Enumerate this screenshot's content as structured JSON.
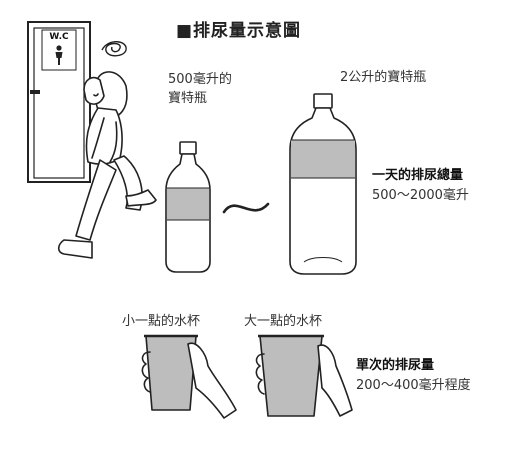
{
  "title": "■排尿量示意圖",
  "door_sign": "W.C",
  "bottle_small": {
    "line1": "500毫升的",
    "line2": "寶特瓶"
  },
  "bottle_large": {
    "label": "2公升的寶特瓶"
  },
  "daily": {
    "heading": "一天的排尿總量",
    "amount": "500～2000毫升"
  },
  "cup_small": {
    "label": "小一點的水杯"
  },
  "cup_large": {
    "label": "大一點的水杯"
  },
  "single": {
    "heading": "單次的排尿量",
    "amount": "200～400毫升程度"
  },
  "colors": {
    "fill": "#bdbdbd",
    "line": "#222222"
  }
}
